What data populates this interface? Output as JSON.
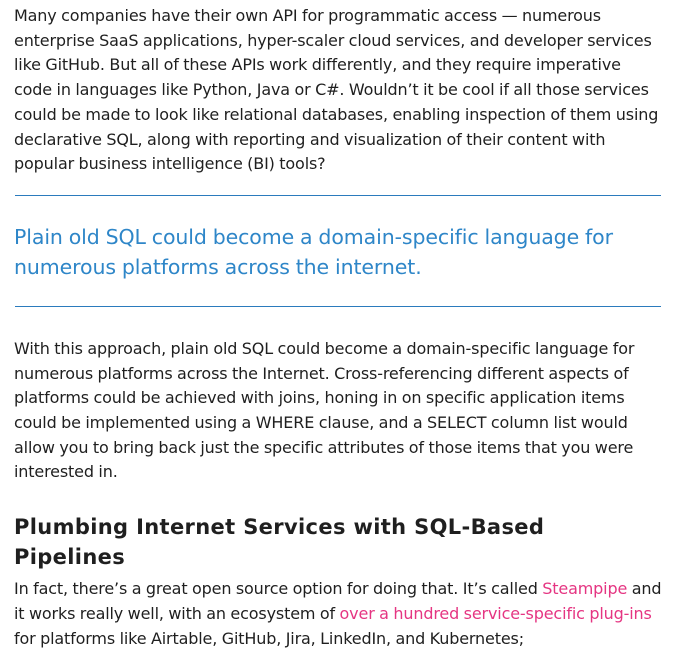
{
  "intro_paragraph": "Many companies have their own API for programmatic access — numerous enterprise SaaS applications, hyper-scaler cloud services, and developer services like GitHub. But all of these APIs work differently, and they require imperative code in languages like Python, Java or C#. Wouldn’t it be cool if all those services could be made to look like relational databases, enabling inspection of them using declarative SQL, along with reporting and visualization of their content with popular business intelligence (BI) tools?",
  "pull_quote": "Plain old SQL could become a domain-specific language for numerous platforms across the internet.",
  "body_paragraph": "With this approach, plain old SQL could become a domain-specific language for numerous platforms across the Internet. Cross-referencing different aspects of platforms could be achieved with joins, honing in on specific application items could be implemented using a WHERE clause, and a SELECT column list would allow you to bring back just the specific attributes of those items that you were interested in.",
  "section_heading": "Plumbing Internet Services with SQL-Based Pipelines",
  "section_paragraph": {
    "text_1": "In fact, there’s a great open source option for doing that. It’s called ",
    "link_1": "Steampipe",
    "text_2": " and it works really well, with an ecosystem of ",
    "link_2": "over a hundred service-specific plug-ins",
    "text_3": " for platforms like Airtable, GitHub, Jira, LinkedIn, and Kubernetes;"
  },
  "colors": {
    "text": "#1f1f1f",
    "accent_blue": "#2e86c8",
    "rule_blue": "#2b7bbd",
    "link_pink": "#e53582"
  }
}
